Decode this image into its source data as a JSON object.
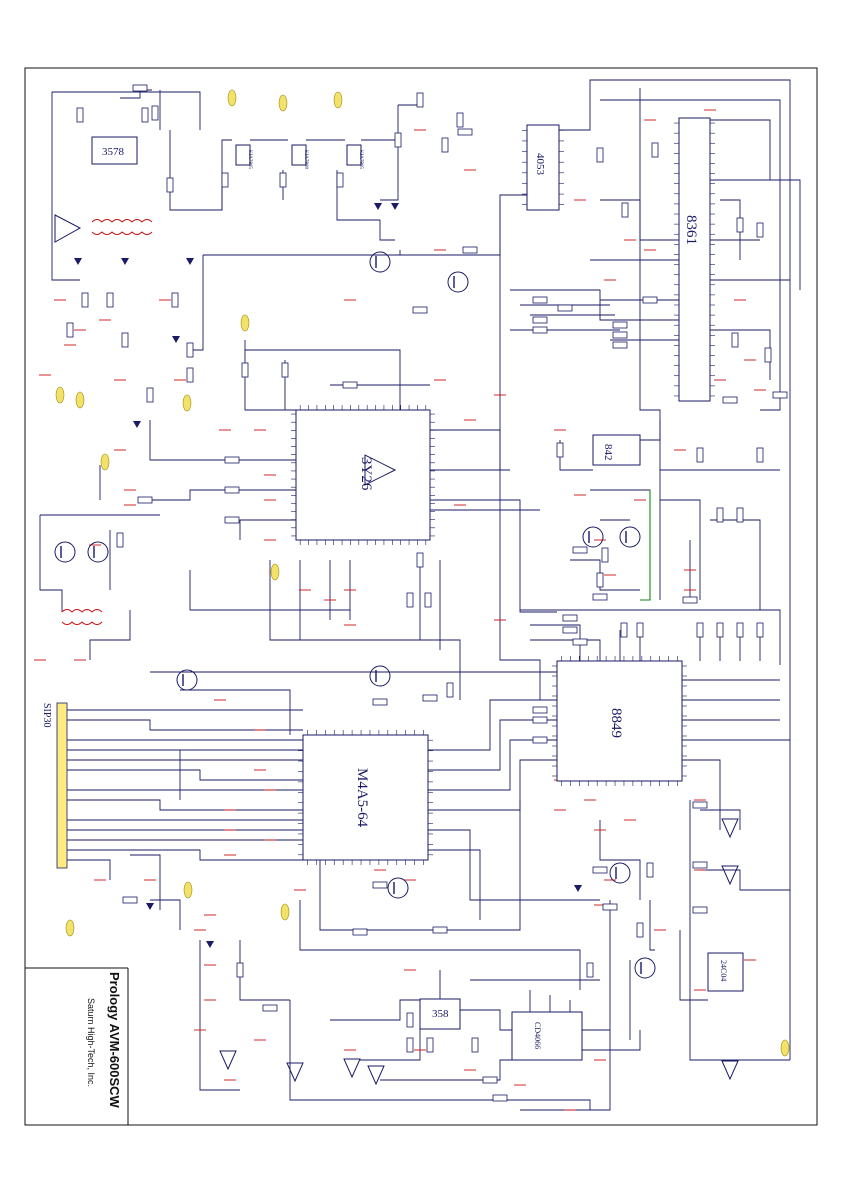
{
  "title_block": {
    "product": "Prology AVM-600SCW",
    "company": "Saturn High-Tech, Inc."
  },
  "chips": {
    "u3578": "3578",
    "u4053": "4053",
    "u8361": "8361",
    "u3y26": "3Y26",
    "u842": "842",
    "u8849": "8849",
    "m4a5": "M4A5-64",
    "u358": "358",
    "cd4066": "CD4066",
    "c24c04": "24C04"
  },
  "connector": {
    "label": "SIP30"
  },
  "regulators": [
    "KIA7805",
    "KIA7808",
    "KIA7805"
  ],
  "colors": {
    "wire": "#1a1a66",
    "ground": "#cc1111",
    "flag": "#f3e26a",
    "green_wire": "#118811"
  }
}
